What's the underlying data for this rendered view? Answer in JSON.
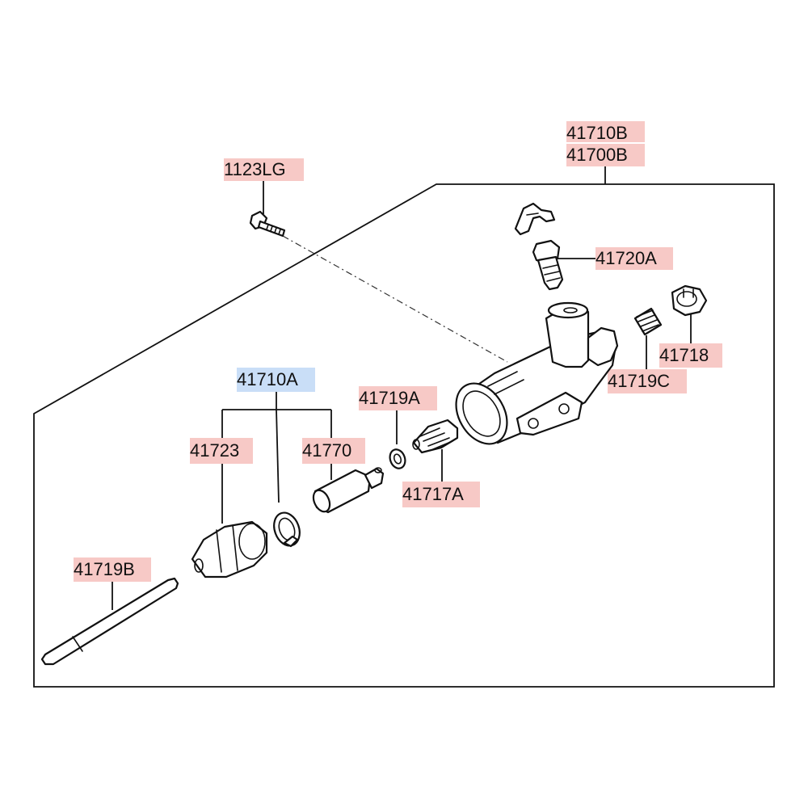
{
  "diagram": {
    "labels": {
      "l_41710B": "41710B",
      "l_41700B": "41700B",
      "l_1123LG": "1123LG",
      "l_41720A": "41720A",
      "l_41718": "41718",
      "l_41719C": "41719C",
      "l_41710A": "41710A",
      "l_41719A": "41719A",
      "l_41723": "41723",
      "l_41770": "41770",
      "l_41717A": "41717A",
      "l_41719B": "41719B"
    },
    "colors": {
      "highlight_red": "#f7c9c6",
      "highlight_blue": "#c9def7"
    }
  }
}
